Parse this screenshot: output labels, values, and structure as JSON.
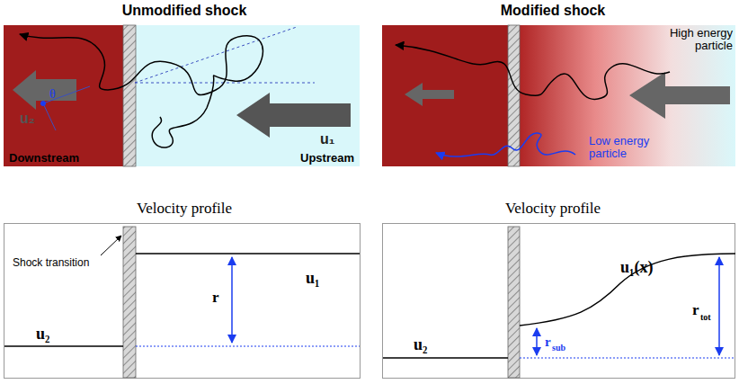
{
  "diagram": {
    "nodes": [
      {
        "text": [
          "Downstream"
        ]
      },
      {
        "text": [
          "Upstream"
        ]
      }
    ],
    "labels": [
      "Unmodified shock",
      "Modified shock",
      "u₂",
      "u₁",
      "θ",
      "High energy particle",
      "Low energy particle",
      "Velocity profile",
      "Velocity profile",
      "Shock transition",
      "r",
      "u₁",
      "u₂",
      "u₁(x)",
      "r",
      "tot",
      "r",
      "sub",
      "u₂"
    ]
  }
}
